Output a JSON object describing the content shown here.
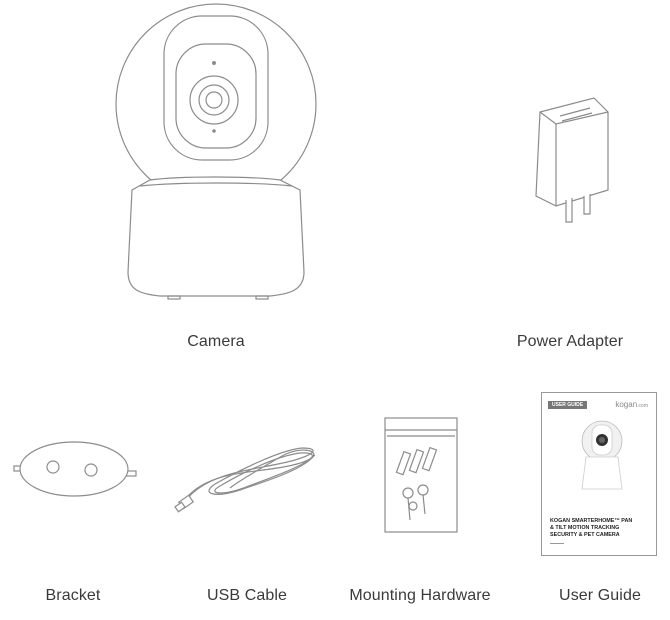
{
  "items": [
    {
      "key": "camera",
      "label": "Camera"
    },
    {
      "key": "power-adapter",
      "label": "Power Adapter"
    },
    {
      "key": "bracket",
      "label": "Bracket"
    },
    {
      "key": "usb-cable",
      "label": "USB Cable"
    },
    {
      "key": "mounting-hardware",
      "label": "Mounting Hardware"
    },
    {
      "key": "user-guide",
      "label": "User Guide"
    }
  ],
  "user_guide_cover": {
    "tag": "USER GUIDE",
    "brand": "kogan",
    "brand_suffix": ".com",
    "title_line1": "KOGAN SMARTERHOME™ PAN",
    "title_line2": "& TILT MOTION TRACKING",
    "title_line3": "SECURITY & PET CAMERA"
  }
}
